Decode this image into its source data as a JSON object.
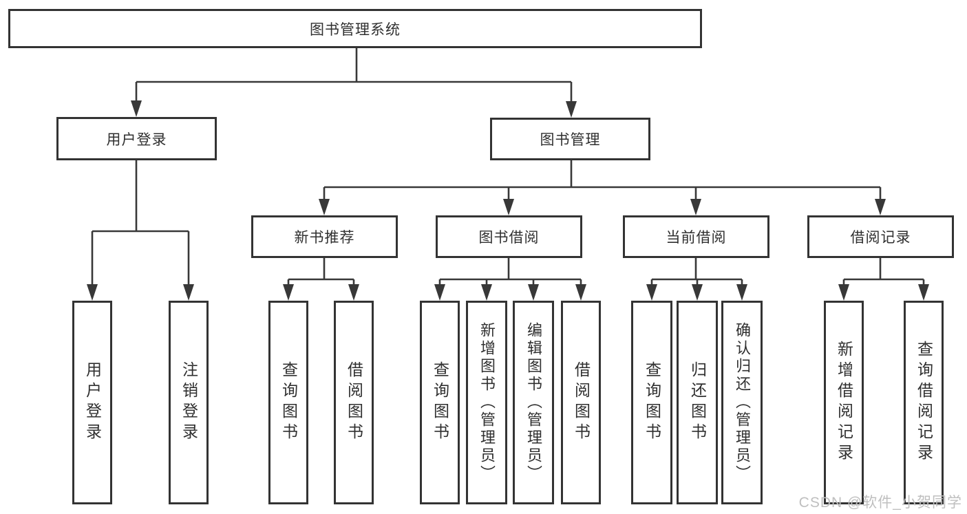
{
  "colors": {
    "line": "#383838",
    "box_border": "#333333",
    "text": "#2f2f2f",
    "watermark": "#bfbfbf",
    "background": "#ffffff"
  },
  "watermark": "CSDN @软件_小贺同学",
  "tree": {
    "root": "图书管理系统",
    "user_branch": {
      "label": "用户登录",
      "children": [
        "用户登录",
        "注销登录"
      ]
    },
    "book_branch": {
      "label": "图书管理",
      "groups": [
        {
          "label": "新书推荐",
          "children": [
            "查询图书",
            "借阅图书"
          ]
        },
        {
          "label": "图书借阅",
          "children": [
            "查询图书",
            "新增图书（管理员）",
            "编辑图书（管理员）",
            "借阅图书"
          ]
        },
        {
          "label": "当前借阅",
          "children": [
            "查询图书",
            "归还图书",
            "确认归还（管理员）"
          ]
        },
        {
          "label": "借阅记录",
          "children": [
            "新增借阅记录",
            "查询借阅记录"
          ]
        }
      ]
    }
  }
}
